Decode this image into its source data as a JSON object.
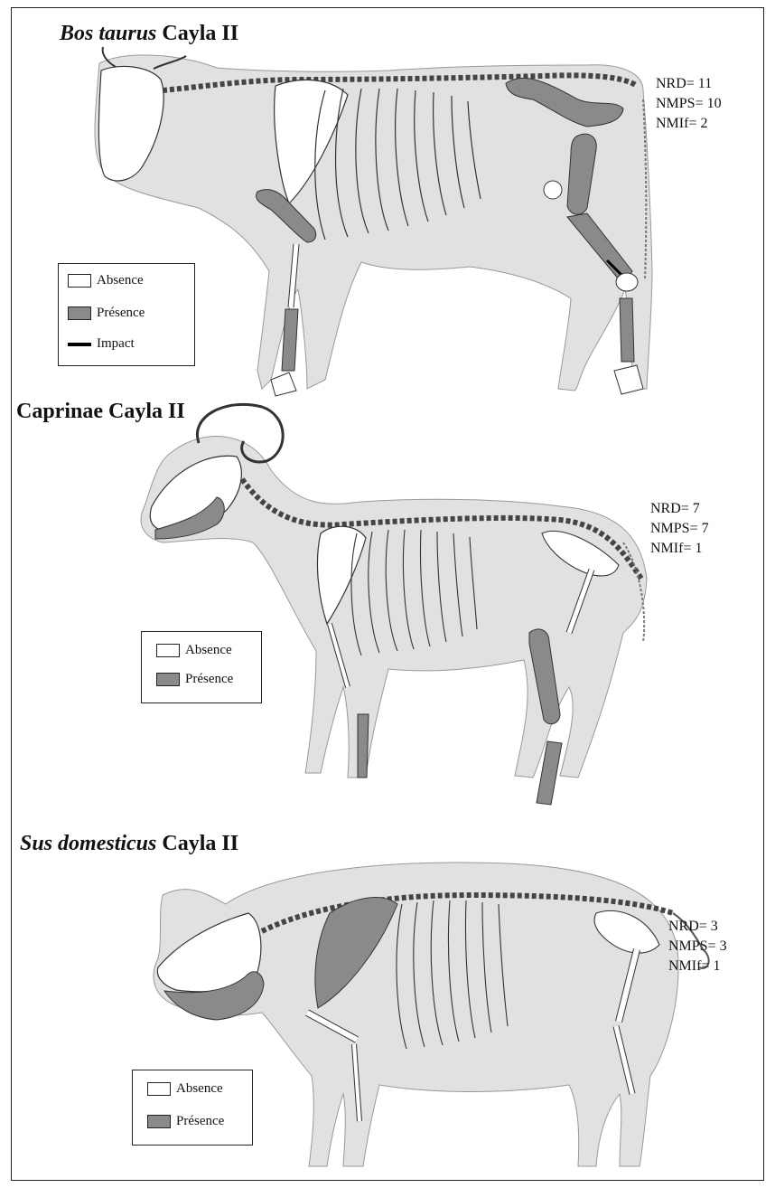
{
  "colors": {
    "silhouette": "#e1e1e1",
    "bone_absent": "#ffffff",
    "bone_present": "#8a8a8a",
    "outline": "#333333",
    "impact": "#000000"
  },
  "panels": [
    {
      "species": "Bos taurus",
      "site": "Cayla II",
      "stats": [
        "NRD= 11",
        "NMPS= 10",
        "NMIf= 2"
      ],
      "legend": [
        "Absence",
        "Présence",
        "Impact"
      ]
    },
    {
      "species": "Caprinae",
      "site": "Cayla II",
      "stats": [
        "NRD= 7",
        "NMPS= 7",
        "NMIf= 1"
      ],
      "legend": [
        "Absence",
        "Présence"
      ]
    },
    {
      "species": "Sus domesticus",
      "site": "Cayla II",
      "stats": [
        "NRD= 3",
        "NMPS= 3",
        "NMIf= 1"
      ],
      "legend": [
        "Absence",
        "Présence"
      ]
    }
  ]
}
